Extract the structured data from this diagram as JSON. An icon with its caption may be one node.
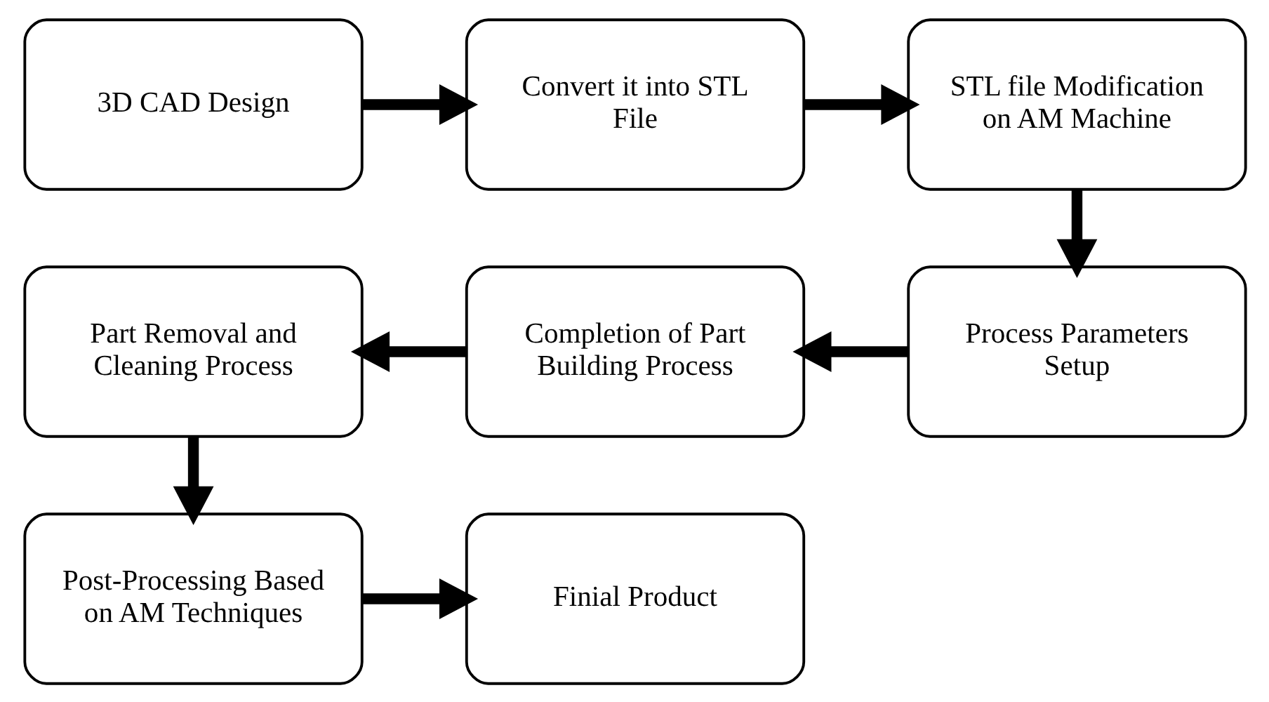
{
  "diagram": {
    "nodes": [
      {
        "text": [
          "3D CAD Design"
        ]
      },
      {
        "text": [
          "Convert it into STL File"
        ]
      },
      {
        "text": [
          "STL file Modification on AM Machine"
        ]
      },
      {
        "text": [
          "Process Parameters Setup"
        ]
      },
      {
        "text": [
          "Completion of Part Building Process"
        ]
      },
      {
        "text": [
          "Part Removal and Cleaning Process"
        ]
      },
      {
        "text": [
          "Post-Processing Based on AM Techniques"
        ]
      },
      {
        "text": [
          "Finial Product"
        ]
      }
    ],
    "edges": [
      {
        "from": 0,
        "to": 1,
        "arrow": "to"
      },
      {
        "from": 1,
        "to": 2,
        "arrow": "to"
      },
      {
        "from": 2,
        "to": 3,
        "arrow": "to"
      },
      {
        "from": 3,
        "to": 4,
        "arrow": "to"
      },
      {
        "from": 4,
        "to": 5,
        "arrow": "to"
      },
      {
        "from": 5,
        "to": 6,
        "arrow": "to"
      },
      {
        "from": 6,
        "to": 7,
        "arrow": "to"
      }
    ]
  }
}
